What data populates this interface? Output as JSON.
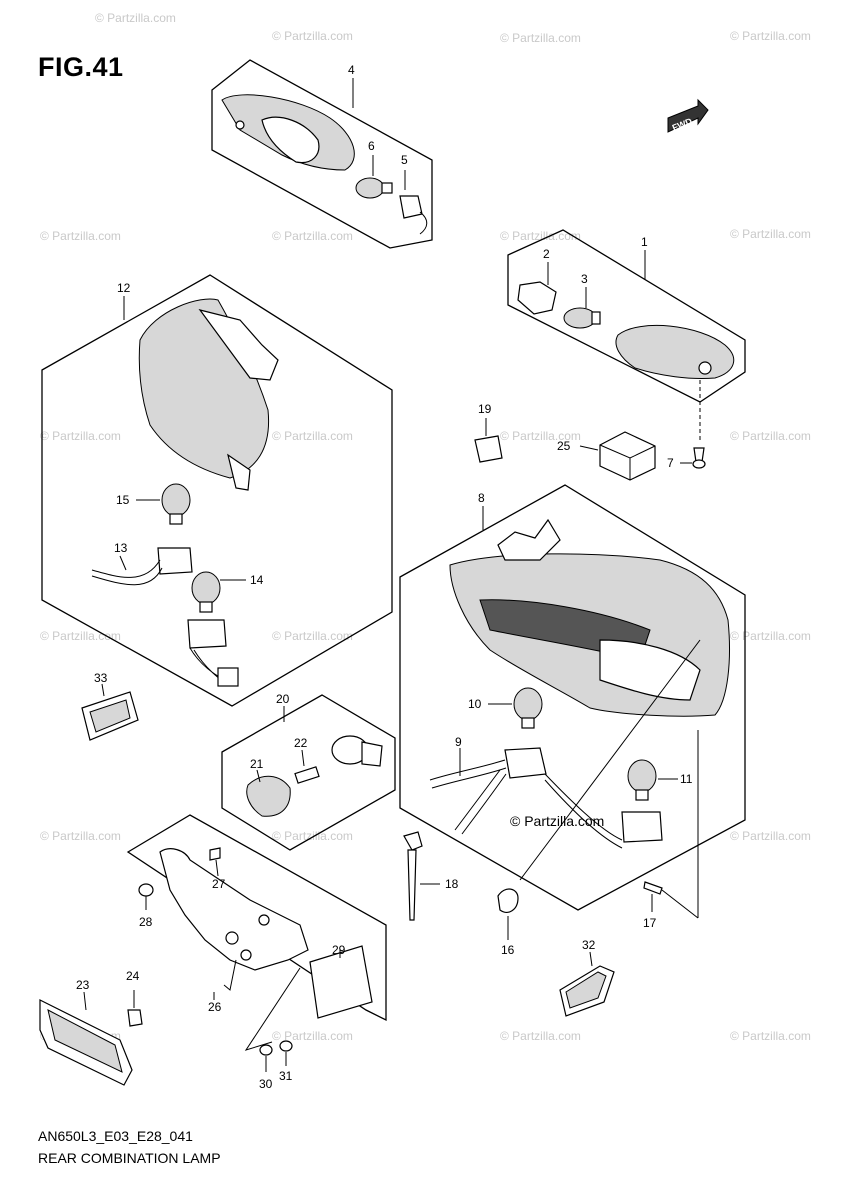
{
  "figure": {
    "title": "FIG.41",
    "code": "AN650L3_E03_E28_041",
    "name": "REAR COMBINATION LAMP",
    "fwd_label": "FWD"
  },
  "watermarks": {
    "small": "© Partzilla.com",
    "center": "© Partzilla.com"
  },
  "callouts": [
    "1",
    "2",
    "3",
    "4",
    "5",
    "6",
    "7",
    "8",
    "9",
    "10",
    "11",
    "12",
    "13",
    "14",
    "15",
    "16",
    "17",
    "18",
    "19",
    "20",
    "21",
    "22",
    "23",
    "24",
    "25",
    "26",
    "27",
    "28",
    "29",
    "30",
    "31",
    "32",
    "33"
  ]
}
